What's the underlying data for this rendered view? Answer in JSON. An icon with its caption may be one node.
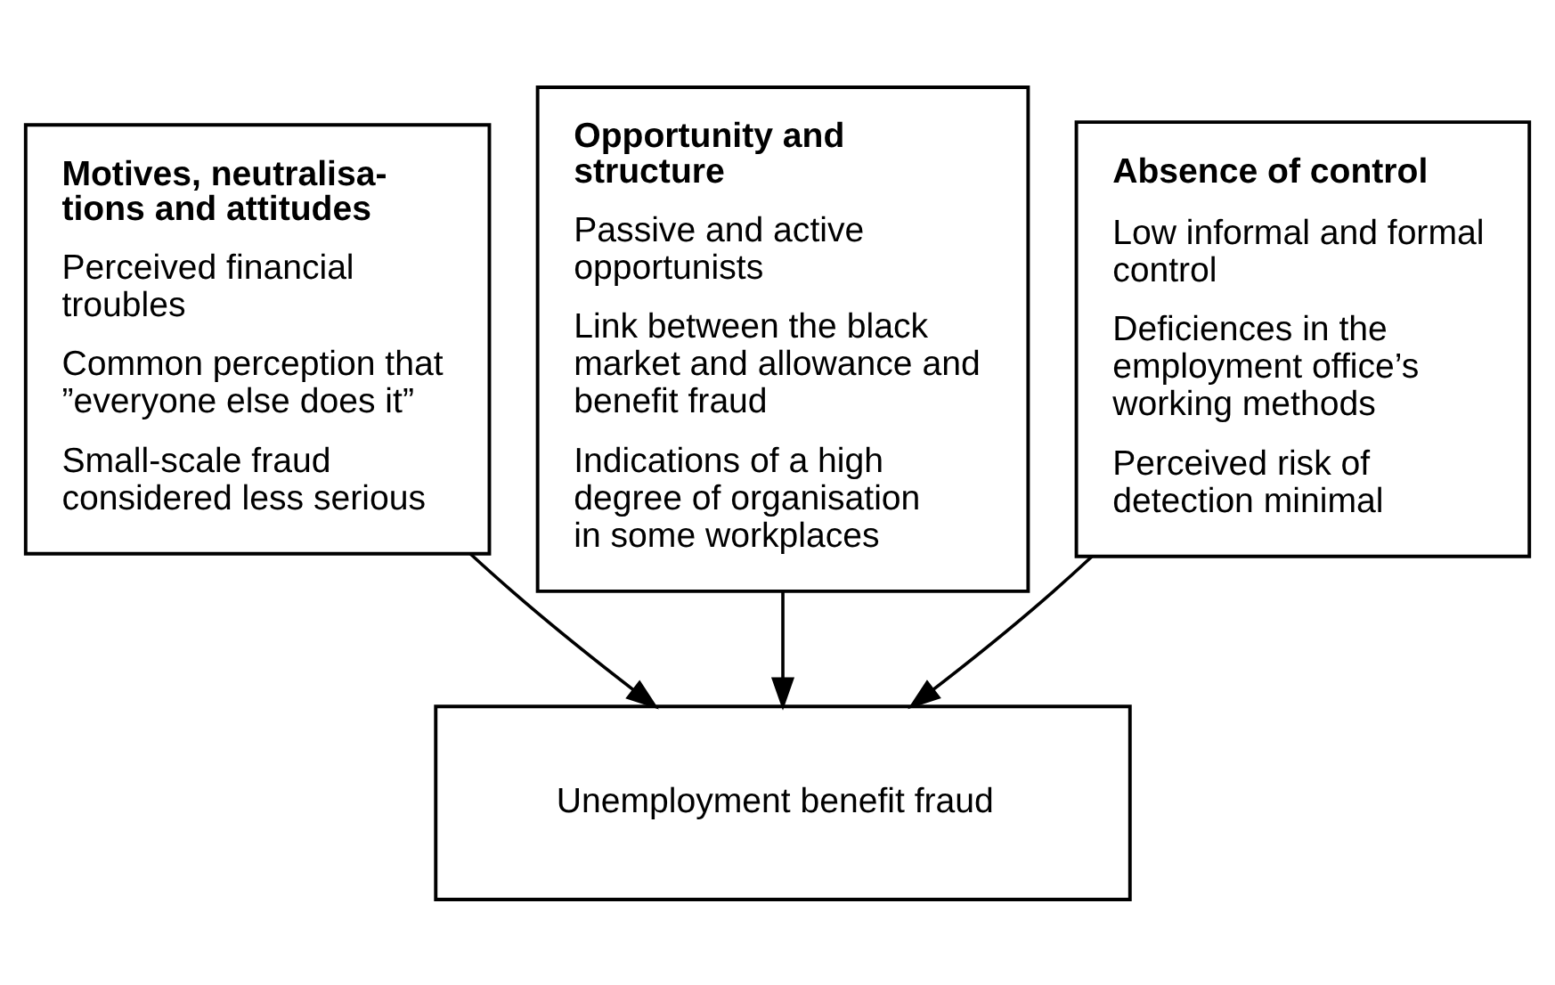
{
  "diagram": {
    "nodes": [
      {
        "text": [
          "Motives, neutralisa- tions and attitudes",
          "Perceived financial troubles",
          "Common perception that ”everyone else does it”",
          "Small-scale fraud considered less serious"
        ]
      },
      {
        "text": [
          "Opportunity and structure",
          "Passive and active opportunists",
          "Link between the black market and allowance and benefit fraud",
          "Indications of a high degree of organisation in some workplaces"
        ]
      },
      {
        "text": [
          "Absence of control",
          "Low informal and formal control",
          "Deficiences in the employment office’s working methods",
          "Perceived risk of detection minimal"
        ]
      },
      {
        "text": [
          "Unemployment benefit fraud"
        ]
      }
    ],
    "edges": [
      {
        "from": 0,
        "to": 3,
        "arrow": "to"
      },
      {
        "from": 1,
        "to": 3,
        "arrow": "to"
      },
      {
        "from": 2,
        "to": 3,
        "arrow": "to"
      }
    ]
  }
}
